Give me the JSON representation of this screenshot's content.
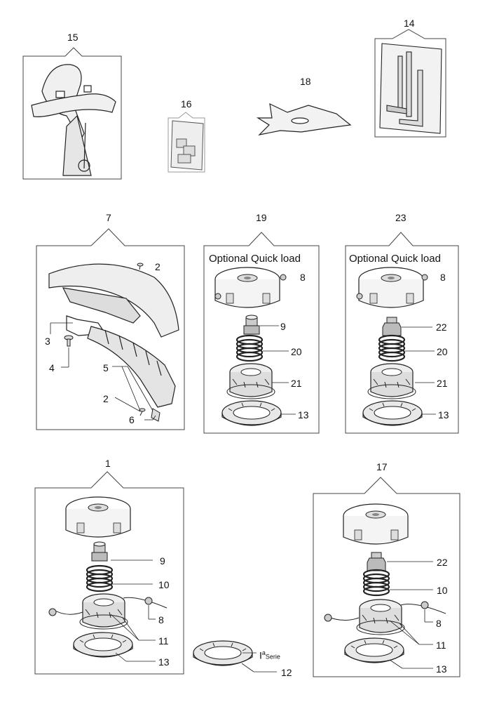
{
  "callouts": {
    "n1": "1",
    "n2a": "2",
    "n2b": "2",
    "n3": "3",
    "n4": "4",
    "n5": "5",
    "n6": "6",
    "n7": "7",
    "n8a": "8",
    "n8b": "8",
    "n8c": "8",
    "n8d": "8",
    "n9a": "9",
    "n9b": "9",
    "n10a": "10",
    "n10b": "10",
    "n11a": "11",
    "n11b": "11",
    "n12": "12",
    "n13a": "13",
    "n13b": "13",
    "n13c": "13",
    "n13d": "13",
    "n14": "14",
    "n15": "15",
    "n16": "16",
    "n17": "17",
    "n18": "18",
    "n19": "19",
    "n20a": "20",
    "n20b": "20",
    "n21a": "21",
    "n21b": "21",
    "n22a": "22",
    "n22b": "22",
    "n23": "23"
  },
  "captions": {
    "quickload_19": "Optional Quick load",
    "quickload_23": "Optional Quick load"
  },
  "serie_note": {
    "prefix": "I",
    "sup": "a",
    "text": "Serie"
  }
}
